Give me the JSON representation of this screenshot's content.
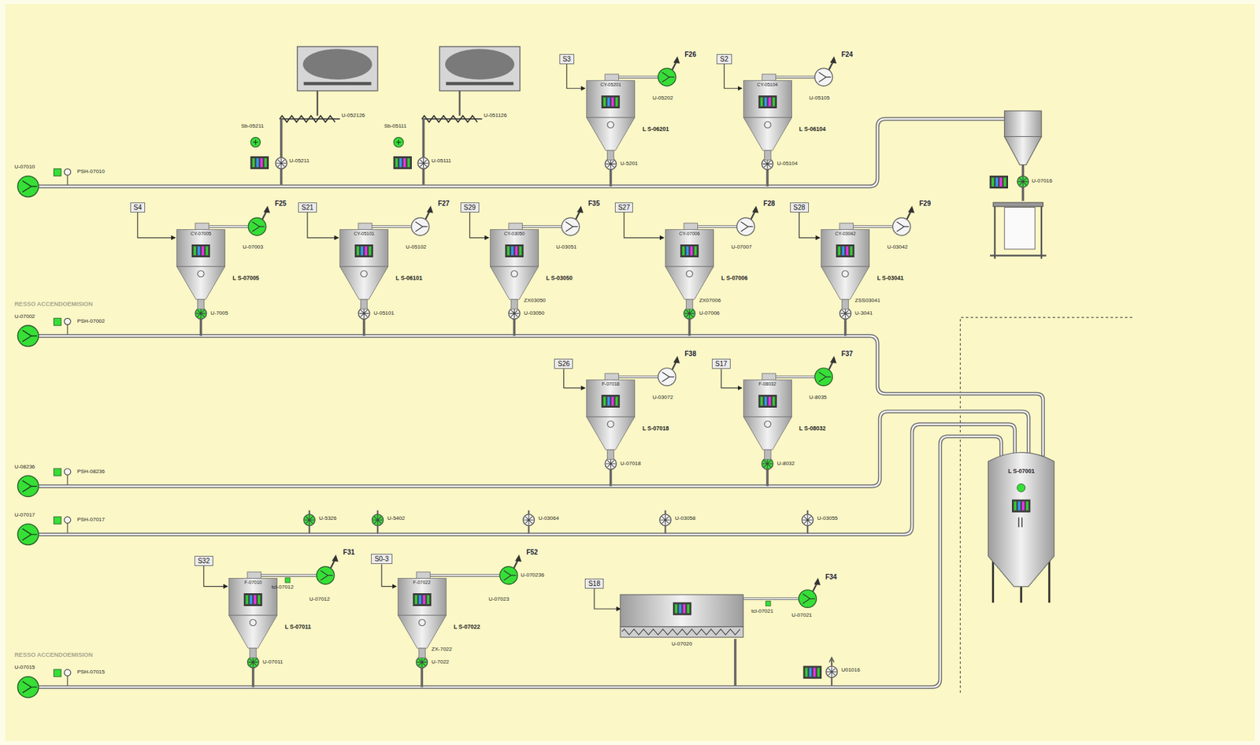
{
  "diagram": {
    "nodes": [
      {
        "text": [
          "S3"
        ]
      },
      {
        "text": [
          "CY-05201",
          "L S-06201"
        ]
      },
      {
        "text": [
          "S2"
        ]
      },
      {
        "text": [
          "CY-05104",
          "L S-06104"
        ]
      },
      {
        "text": [
          "S4"
        ]
      },
      {
        "text": [
          "CY-07005",
          "L S-07005"
        ]
      },
      {
        "text": [
          "S21"
        ]
      },
      {
        "text": [
          "CY-05101",
          "L S-06101"
        ]
      },
      {
        "text": [
          "S29"
        ]
      },
      {
        "text": [
          "CY-03050",
          "L S-03050"
        ]
      },
      {
        "text": [
          "S27"
        ]
      },
      {
        "text": [
          "CY-07006",
          "L S-07006"
        ]
      },
      {
        "text": [
          "S28"
        ]
      },
      {
        "text": [
          "CY-03042",
          "L S-03041"
        ]
      },
      {
        "text": [
          "S26"
        ]
      },
      {
        "text": [
          "F-07018",
          "L S-07018"
        ]
      },
      {
        "text": [
          "S17"
        ]
      },
      {
        "text": [
          "F-08032",
          "L S-08032"
        ]
      },
      {
        "text": [
          "S32"
        ]
      },
      {
        "text": [
          "F-07010",
          "L S-07011"
        ]
      },
      {
        "text": [
          "S0-3"
        ]
      },
      {
        "text": [
          "F-07022",
          "L S-07022"
        ]
      },
      {
        "text": [
          "S18"
        ]
      },
      {
        "text": [
          "U-07020"
        ]
      },
      {
        "text": [
          "L S-07001"
        ]
      }
    ],
    "edges": [
      {
        "from": 0,
        "to": 1,
        "arrow": "to"
      },
      {
        "from": 2,
        "to": 3,
        "arrow": "to"
      },
      {
        "from": 4,
        "to": 5,
        "arrow": "to"
      },
      {
        "from": 6,
        "to": 7,
        "arrow": "to"
      },
      {
        "from": 8,
        "to": 9,
        "arrow": "to"
      },
      {
        "from": 10,
        "to": 11,
        "arrow": "to"
      },
      {
        "from": 12,
        "to": 13,
        "arrow": "to"
      },
      {
        "from": 14,
        "to": 15,
        "arrow": "to"
      },
      {
        "from": 16,
        "to": 17,
        "arrow": "to"
      },
      {
        "from": 18,
        "to": 19,
        "arrow": "to"
      },
      {
        "from": 20,
        "to": 21,
        "arrow": "to"
      },
      {
        "from": 22,
        "to": 23,
        "arrow": "to"
      }
    ],
    "labels": [
      "U-07010",
      "PSH-07010",
      "Sb-05211",
      "U-052126",
      "U-05211",
      "Sb-05111",
      "U-051126",
      "U-05111",
      "F26",
      "U-05202",
      "U-5201",
      "F24",
      "U-05105",
      "U-05104",
      "U-07016",
      "RESSO ACCENDOEMISION",
      "U-07002",
      "PSH-07002",
      "F25",
      "U-07003",
      "U-7005",
      "F27",
      "U-05102",
      "U-05101",
      "F35",
      "U-03051",
      "ZX03050",
      "U-03050",
      "F28",
      "U-07007",
      "ZX07006",
      "U-07006",
      "F29",
      "U-03042",
      "ZSS03041",
      "U-3041",
      "U-08236",
      "PSH-08236",
      "F38",
      "U-03072",
      "U-07018",
      "F37",
      "U-8035",
      "U-8032",
      "U-07017",
      "PSH-07017",
      "U-5326",
      "U-5402",
      "U-03064",
      "U-03058",
      "U-03055",
      "RESSO ACCENDOEMISION",
      "U-07015",
      "PSH-07015",
      "F31",
      "tcl-07012",
      "U-07012",
      "U-07011",
      "F52",
      "U-070236",
      "U-07023",
      "ZX-7022",
      "U-7022",
      "F34",
      "tcl-07021",
      "U-07021",
      "U01016"
    ]
  }
}
